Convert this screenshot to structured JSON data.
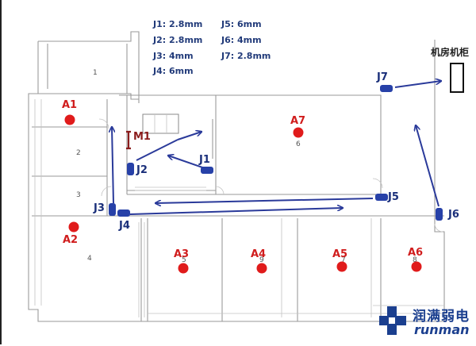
{
  "legend": [
    {
      "text": "J1: 2.8mm"
    },
    {
      "text": "J2: 2.8mm"
    },
    {
      "text": "J3: 4mm"
    },
    {
      "text": "J4: 6mm"
    },
    {
      "text": "J5: 6mm"
    },
    {
      "text": "J6: 4mm"
    },
    {
      "text": "J7: 2.8mm"
    }
  ],
  "cabinet_label": "机房机柜",
  "cameras": [
    "J1",
    "J2",
    "J3",
    "J4",
    "J5",
    "J6",
    "J7"
  ],
  "access_points": [
    "A1",
    "A2",
    "A3",
    "A4",
    "A5",
    "A6",
    "A7"
  ],
  "marker": "M1",
  "room_numbers": [
    "1",
    "2",
    "3",
    "4",
    "5",
    "6",
    "7",
    "8",
    "9"
  ],
  "logo": {
    "cn": "润满弱电",
    "en": "runman"
  },
  "colors": {
    "camera": "#2741a8",
    "ap": "#e01b1b",
    "arrow": "#2a3a9a",
    "marker": "#8a1c1c"
  }
}
